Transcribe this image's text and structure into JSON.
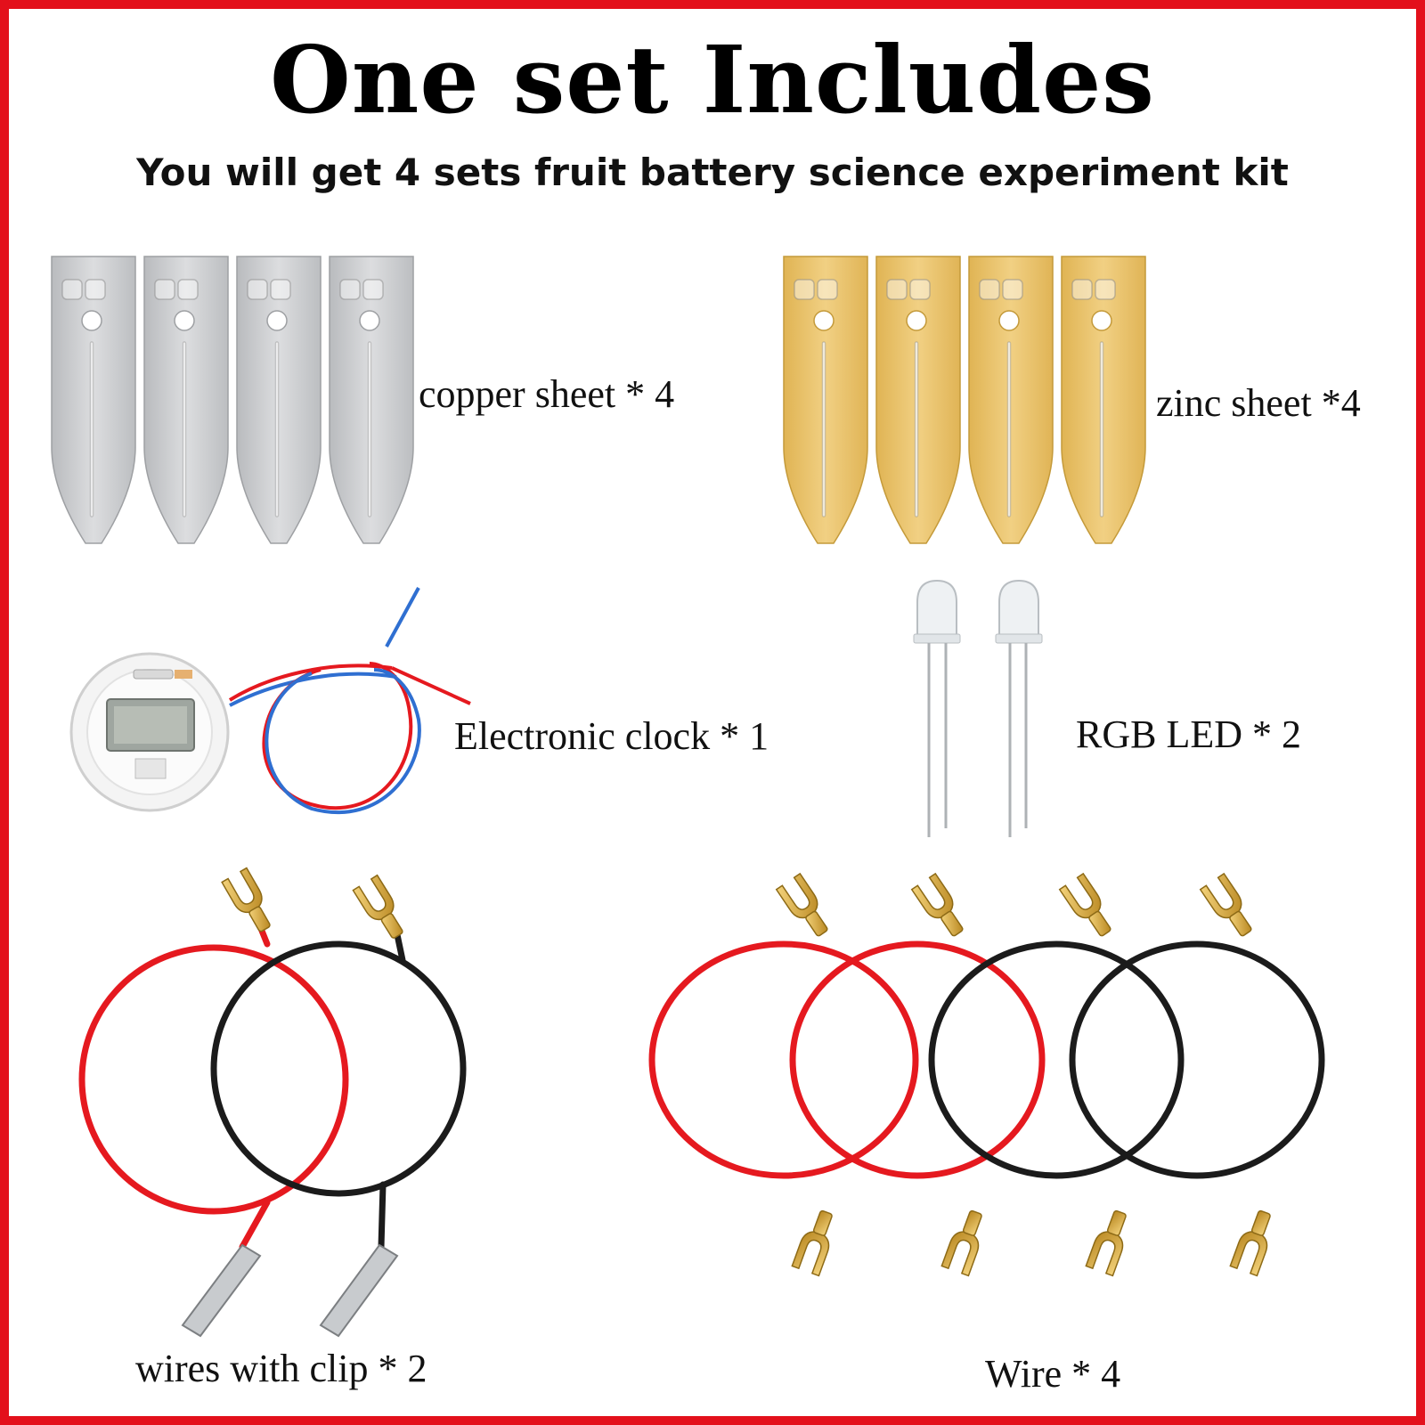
{
  "header": {
    "title": "One set  Includes",
    "subtitle": "You will get 4 sets fruit battery science experiment kit"
  },
  "items": {
    "copper": {
      "label": "copper sheet * 4",
      "color": "#c9cbcd"
    },
    "zinc": {
      "label": "zinc sheet *4",
      "color": "#e7c062"
    },
    "clock": {
      "label": "Electronic clock * 1"
    },
    "led": {
      "label": "RGB LED * 2"
    },
    "clip_wires": {
      "label": "wires with clip * 2"
    },
    "wires": {
      "label": "Wire * 4"
    }
  },
  "colors": {
    "frame": "#e3101b",
    "wire_red": "#e5191f",
    "wire_black": "#1b1b1b",
    "terminal_gold": "#d8ab3b"
  }
}
